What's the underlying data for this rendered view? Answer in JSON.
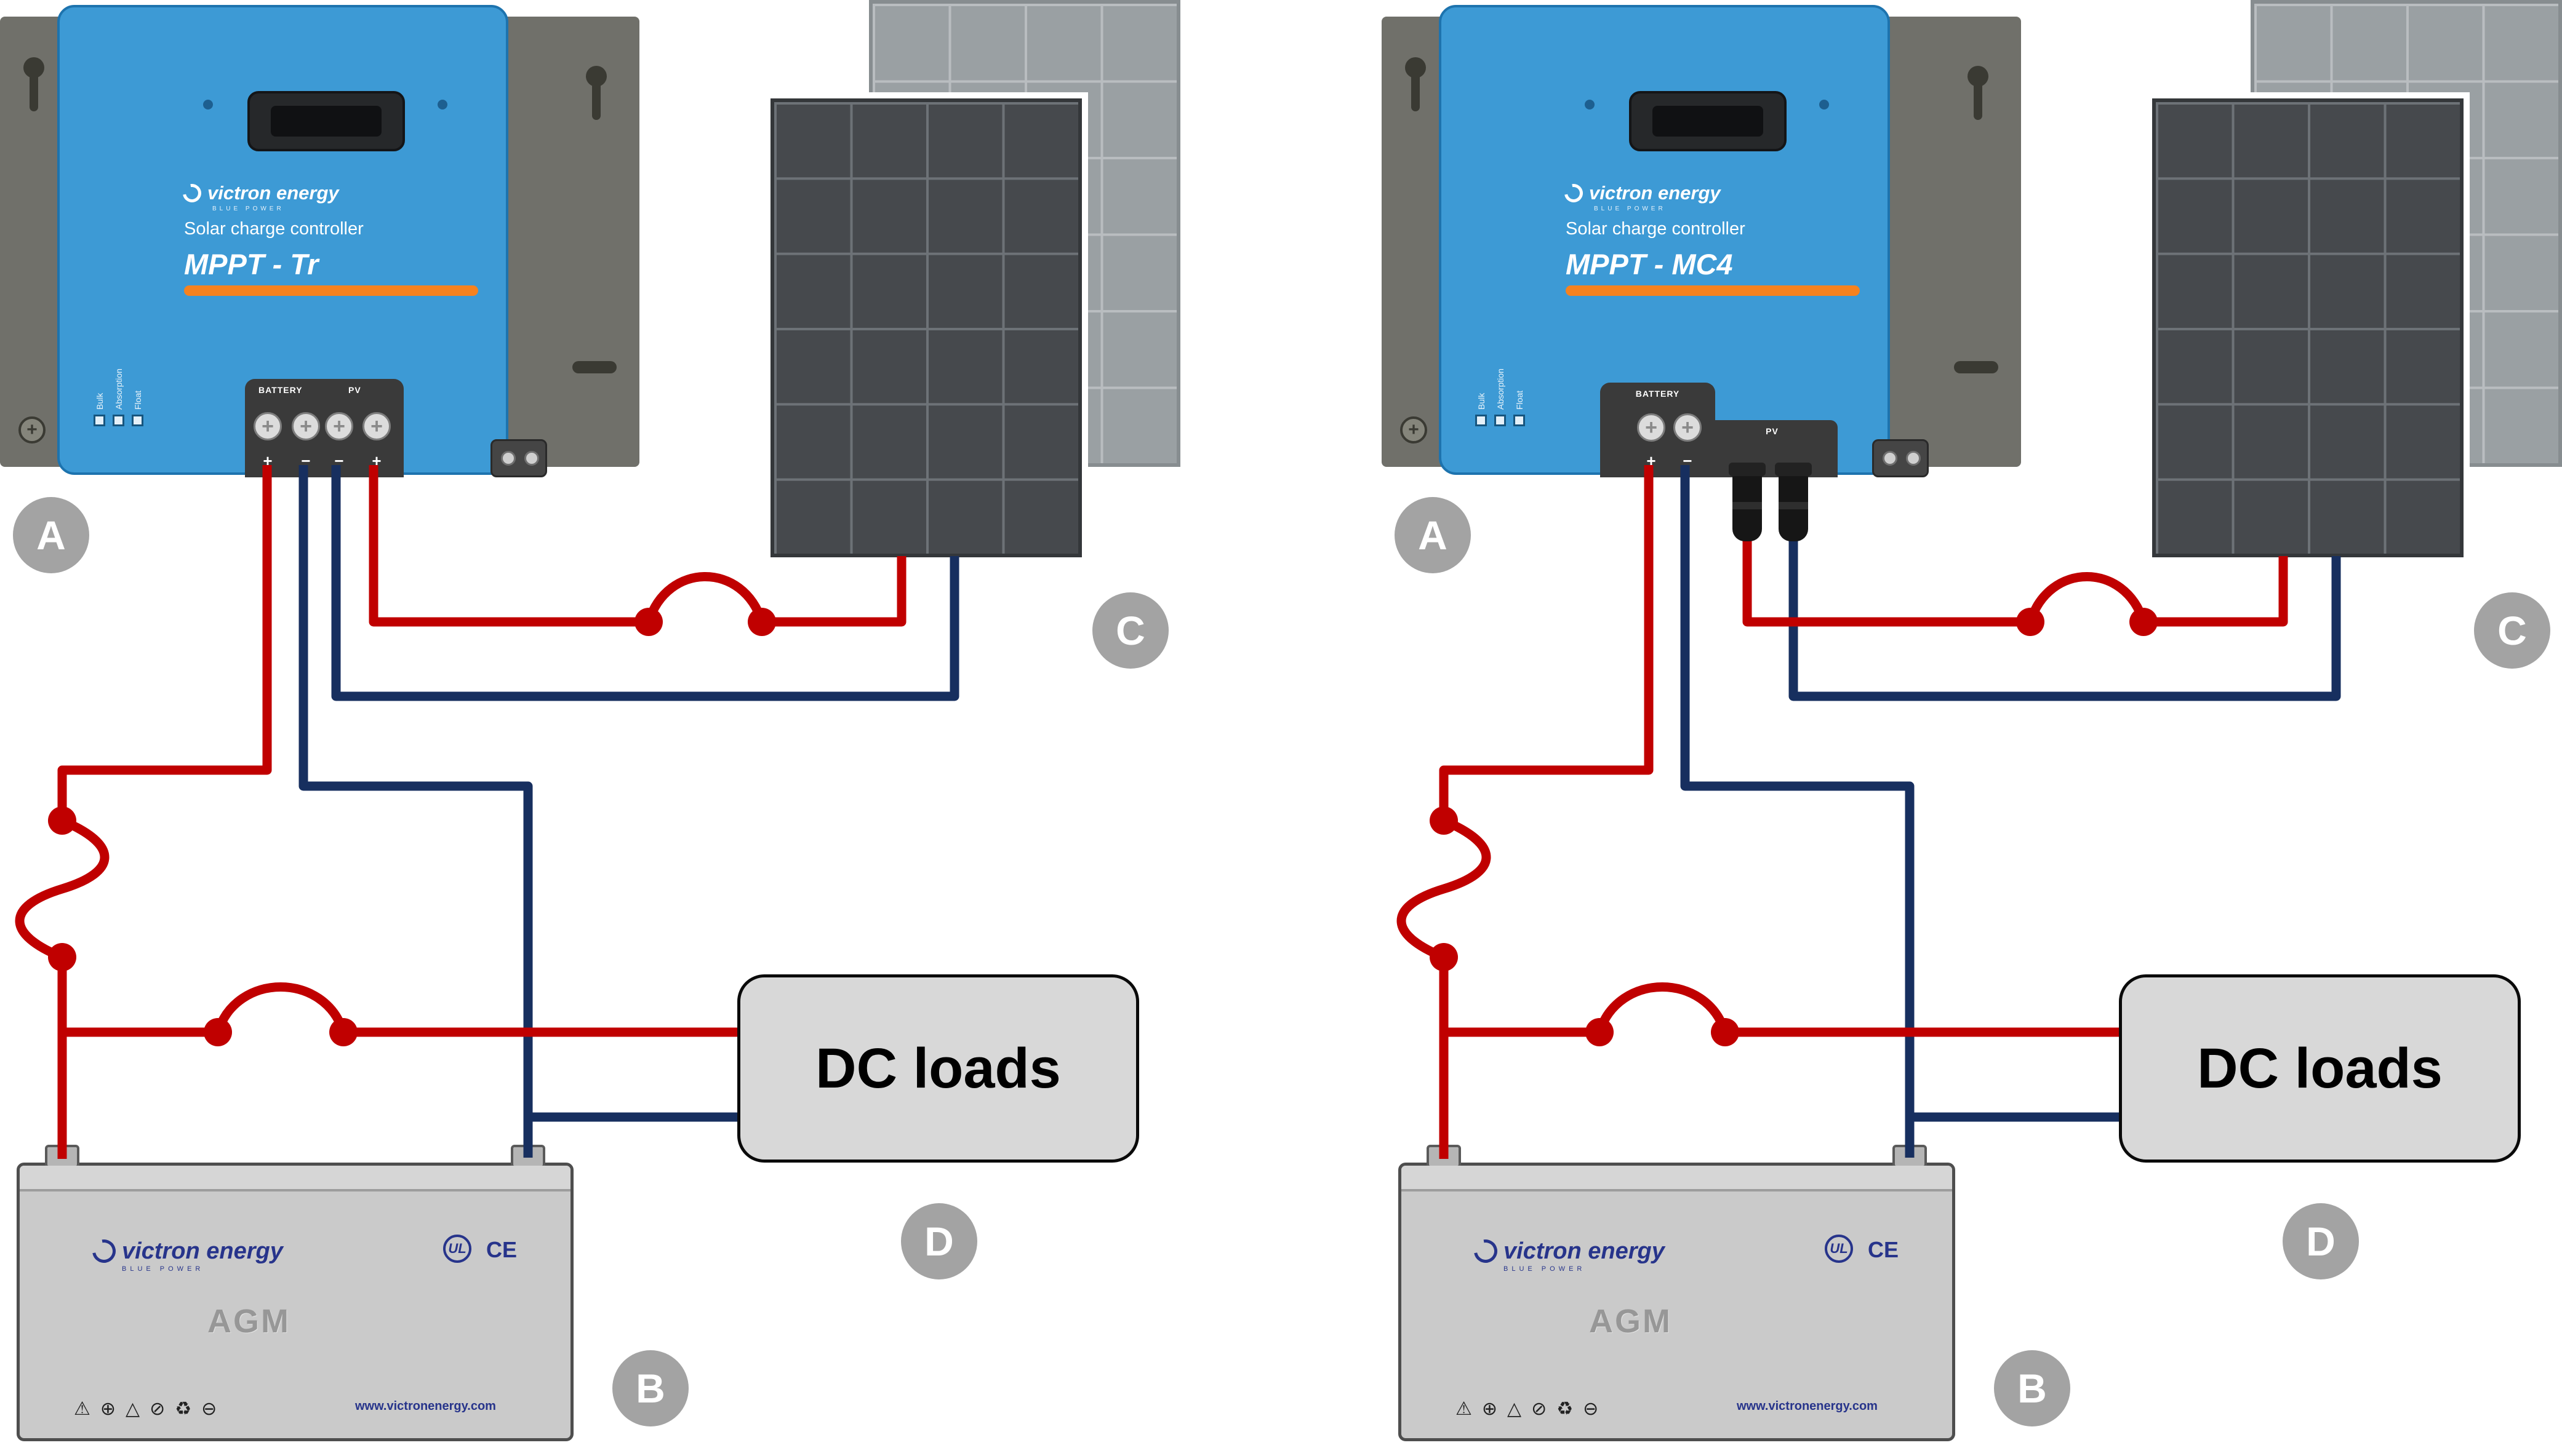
{
  "colors": {
    "wire-red": "#c00000",
    "wire-navy": "#172f5f",
    "controller-blue": "#3d9ad5",
    "accent-orange": "#f6821f",
    "bracket-gray": "#70706a",
    "victron-blue": "#27348b",
    "label-circle-gray": "#a3a3a3"
  },
  "left": {
    "controller": {
      "brand": "victron energy",
      "brand_sub": "BLUE POWER",
      "subtitle": "Solar charge controller",
      "model": "MPPT - Tr",
      "leds": [
        "Bulk",
        "Absorption",
        "Float"
      ],
      "battery_label": "BATTERY",
      "pv_label": "PV",
      "marks": [
        "+",
        "−",
        "−",
        "+"
      ]
    },
    "dc_loads_label": "DC loads",
    "battery": {
      "brand": "victron energy",
      "brand_sub": "BLUE POWER",
      "type": "AGM",
      "ul": "UL",
      "ce": "CE",
      "url": "www.victronenergy.com",
      "icons": [
        "⚠",
        "⊕",
        "△",
        "⊘",
        "♻",
        "⊖"
      ]
    },
    "tags": {
      "a": "A",
      "b": "B",
      "c": "C",
      "d": "D"
    }
  },
  "right": {
    "controller": {
      "brand": "victron energy",
      "brand_sub": "BLUE POWER",
      "subtitle": "Solar charge controller",
      "model": "MPPT - MC4",
      "leds": [
        "Bulk",
        "Absorption",
        "Float"
      ],
      "battery_label": "BATTERY",
      "pv_label": "PV",
      "marks": [
        "+",
        "−"
      ]
    },
    "dc_loads_label": "DC loads",
    "battery": {
      "brand": "victron energy",
      "brand_sub": "BLUE POWER",
      "type": "AGM",
      "ul": "UL",
      "ce": "CE",
      "url": "www.victronenergy.com",
      "icons": [
        "⚠",
        "⊕",
        "△",
        "⊘",
        "♻",
        "⊖"
      ]
    },
    "tags": {
      "a": "A",
      "b": "B",
      "c": "C",
      "d": "D"
    }
  }
}
